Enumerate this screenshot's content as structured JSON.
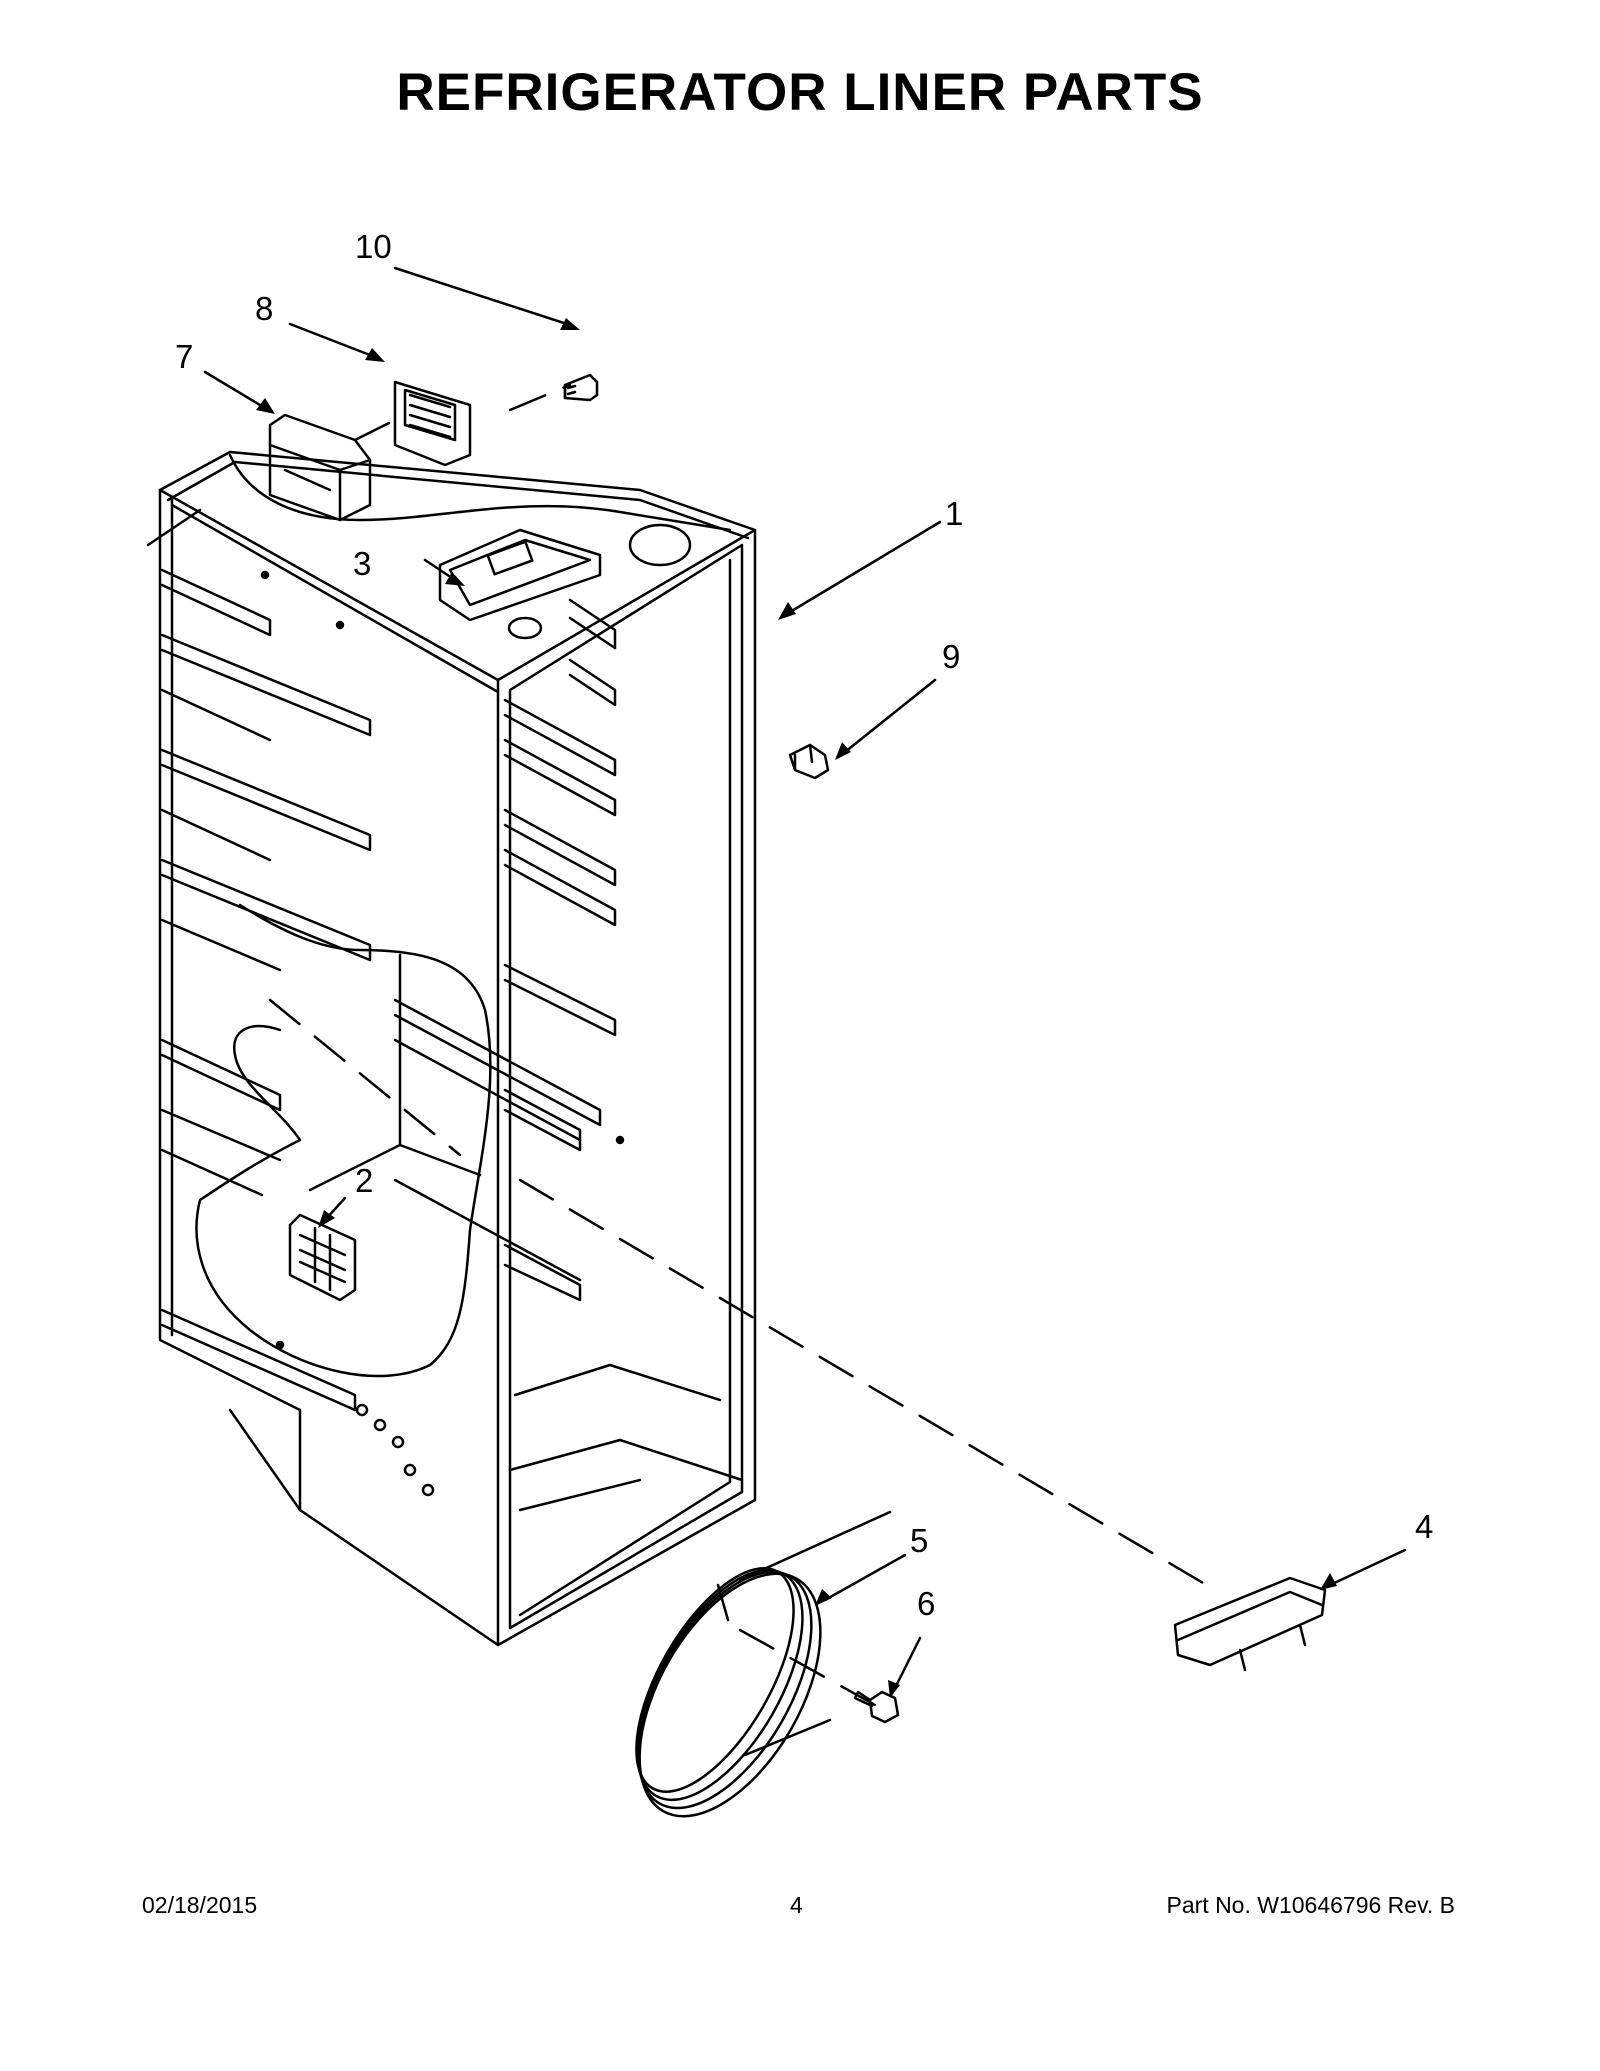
{
  "title": "REFRIGERATOR LINER PARTS",
  "callouts": {
    "c1": "1",
    "c2": "2",
    "c3": "3",
    "c4": "4",
    "c5": "5",
    "c6": "6",
    "c7": "7",
    "c8": "8",
    "c9": "9",
    "c10": "10"
  },
  "footer": {
    "date": "02/18/2015",
    "page": "4",
    "part_no": "Part No.  W10646796  Rev.  B"
  }
}
